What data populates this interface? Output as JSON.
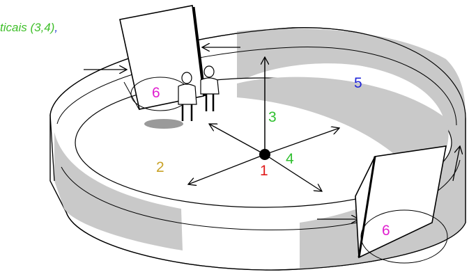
{
  "caption": {
    "text": "ticais (3,4)",
    "comma": ","
  },
  "labels": {
    "l1": "1",
    "l2": "2",
    "l3": "3",
    "l4": "4",
    "l5": "5",
    "l6a": "6",
    "l6b": "6"
  },
  "colors": {
    "caption": "#3fbf2a",
    "comma": "#2b3fd6",
    "l1": "#e01b1b",
    "l2": "#c9a227",
    "l3": "#2fbf2f",
    "l4": "#2fbf2f",
    "l5": "#1f24d8",
    "l6": "#e01ecf",
    "shadow": "#c9c9c9"
  },
  "icons": [
    "door-icon",
    "people-icon",
    "arrow-icon",
    "center-dot-icon"
  ]
}
